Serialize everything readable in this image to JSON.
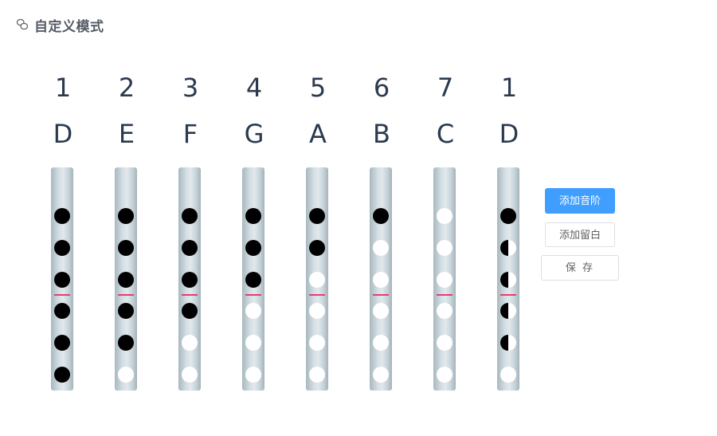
{
  "header": {
    "title": "自定义模式",
    "icon": "chat-bubbles-icon"
  },
  "columns": [
    {
      "number": "1",
      "note": "D",
      "holes": [
        "closed",
        "closed",
        "closed",
        "closed",
        "closed",
        "closed"
      ]
    },
    {
      "number": "2",
      "note": "E",
      "holes": [
        "closed",
        "closed",
        "closed",
        "closed",
        "closed",
        "open"
      ]
    },
    {
      "number": "3",
      "note": "F",
      "holes": [
        "closed",
        "closed",
        "closed",
        "closed",
        "open",
        "open"
      ]
    },
    {
      "number": "4",
      "note": "G",
      "holes": [
        "closed",
        "closed",
        "closed",
        "open",
        "open",
        "open"
      ]
    },
    {
      "number": "5",
      "note": "A",
      "holes": [
        "closed",
        "closed",
        "open",
        "open",
        "open",
        "open"
      ]
    },
    {
      "number": "6",
      "note": "B",
      "holes": [
        "closed",
        "open",
        "open",
        "open",
        "open",
        "open"
      ]
    },
    {
      "number": "7",
      "note": "C",
      "holes": [
        "open",
        "open",
        "open",
        "open",
        "open",
        "open"
      ]
    },
    {
      "number": "1",
      "note": "D",
      "holes": [
        "closed",
        "half",
        "half",
        "half",
        "half",
        "open"
      ]
    }
  ],
  "actions": {
    "add_scale": "添加音阶",
    "add_blank": "添加留白",
    "save": "保 存"
  },
  "colors": {
    "primary": "#409eff",
    "marker": "#e0406f",
    "text": "#2b3a4e"
  }
}
